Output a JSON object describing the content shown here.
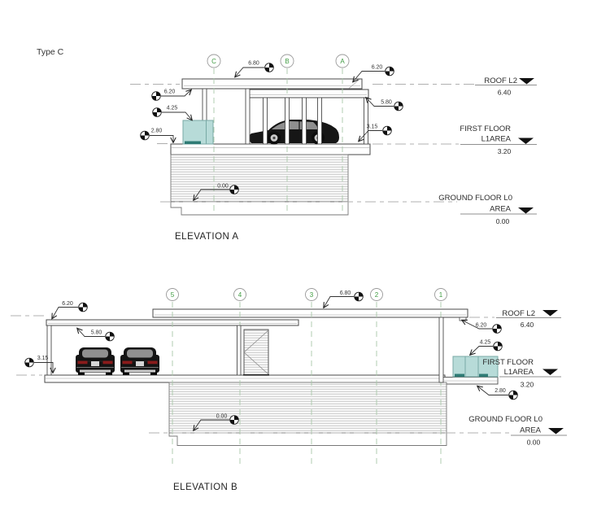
{
  "header": {
    "type_label": "Type C"
  },
  "icons": {
    "datum_marker": "quadrant-circle-icon",
    "level_marker": "triangle-down-icon",
    "leader_arrow": "open-arrowhead-icon"
  },
  "colors": {
    "grid_label_green": "#3f9b41",
    "grid_line_green": "#a9c9a9",
    "teal_fill": "#b7dbd8",
    "teal_stroke": "#78aaa6",
    "teal_accent": "#2e7b74",
    "taillight_red": "#8a1b1b",
    "outline_dark": "#4a4a4a",
    "level_line_gray": "#b0b0b0"
  },
  "elevation_a": {
    "title": "ELEVATION A",
    "grids": [
      "C",
      "B",
      "A"
    ],
    "levels": {
      "roof": {
        "line1": "ROOF L2",
        "value": "6.40"
      },
      "first": {
        "line1": "FIRST FLOOR",
        "line2": "L1AREA",
        "value": "3.20"
      },
      "ground": {
        "line1": "GROUND FLOOR L0",
        "line2": "AREA",
        "value": "0.00"
      }
    },
    "dims": {
      "left_620": "6.20",
      "left_425": "4.25",
      "left_280": "2.80",
      "top_680": "6.80",
      "right_620": "6.20",
      "right_580": "5.80",
      "right_315": "3.15",
      "ground_000": "0.00"
    }
  },
  "elevation_b": {
    "title": "ELEVATION B",
    "grids": [
      "5",
      "4",
      "3",
      "2",
      "1"
    ],
    "levels": {
      "roof": {
        "line1": "ROOF L2",
        "value": "6.40"
      },
      "first": {
        "line1": "FIRST FLOOR",
        "line2": "L1AREA",
        "value": "3.20"
      },
      "ground": {
        "line1": "GROUND FLOOR L0",
        "line2": "AREA",
        "value": "0.00"
      }
    },
    "dims": {
      "top_680": "6.80",
      "left_620": "6.20",
      "left_580": "5.80",
      "left_315": "3.15",
      "right_620": "6.20",
      "right_425": "4.25",
      "right_280": "2.80",
      "ground_000": "0.00"
    }
  }
}
